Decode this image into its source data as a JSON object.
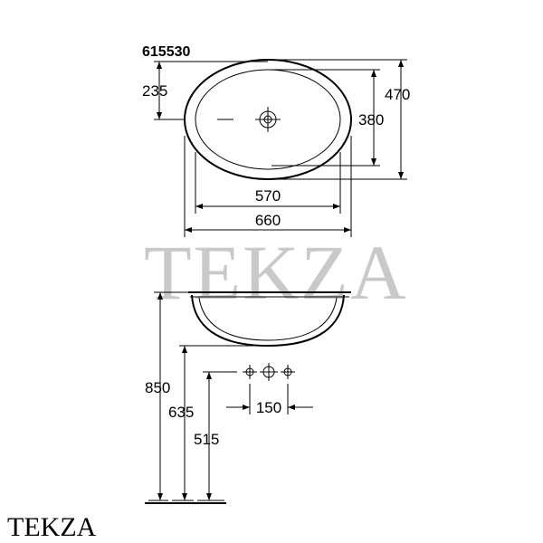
{
  "drawing": {
    "model_code": "615530",
    "top_view": {
      "outer_width": "660",
      "inner_width": "570",
      "outer_depth": "470",
      "inner_depth": "380",
      "drain_offset": "235"
    },
    "side_view": {
      "rim_height": "850",
      "bowl_bottom_height": "635",
      "tap_height": "515",
      "tap_spacing": "150"
    }
  },
  "watermark": "TEKZA",
  "brand": "TEKZA"
}
